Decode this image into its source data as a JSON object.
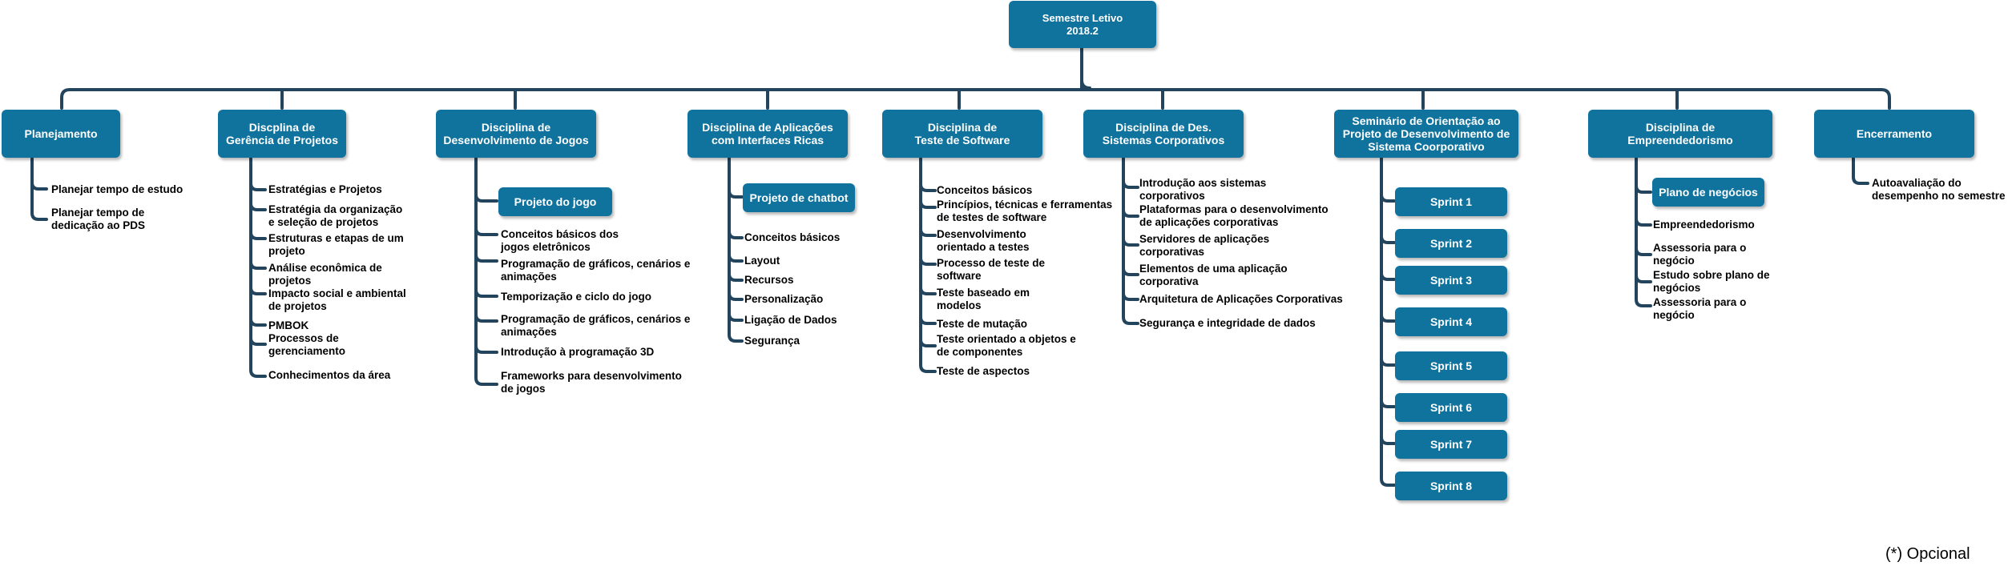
{
  "root": "Semestre Letivo\n2018.2",
  "columns": [
    {
      "title": "Planejamento",
      "items": [
        "Planejar tempo de estudo",
        "Planejar tempo de\ndedicação ao PDS"
      ]
    },
    {
      "title": "Discplina de\nGerência de Projetos",
      "items": [
        "Estratégias e Projetos",
        "Estratégia da organização\ne seleção de projetos",
        "Estruturas e etapas de um\nprojeto",
        "Análise econômica de\nprojetos",
        "Impacto social e ambiental\nde projetos",
        "PMBOK",
        "Processos de\ngerenciamento",
        "Conhecimentos da área"
      ]
    },
    {
      "title": "Disciplina de\nDesenvolvimento de Jogos",
      "subbox": "Projeto do jogo",
      "items": [
        "Conceitos básicos dos\njogos eletrônicos",
        "Programação de gráficos, cenários e\nanimações",
        "Temporização e ciclo do jogo",
        "Programação de gráficos, cenários e\nanimações",
        "Introdução à programação 3D",
        "Frameworks para desenvolvimento\nde jogos"
      ]
    },
    {
      "title": "Disciplina de Aplicações\ncom Interfaces Ricas",
      "subbox": "Projeto de chatbot",
      "items": [
        "Conceitos básicos",
        "Layout",
        "Recursos",
        "Personalização",
        "Ligação de Dados",
        "Segurança"
      ]
    },
    {
      "title": "Disciplina de\nTeste de Software",
      "items": [
        "Conceitos básicos",
        "Princípios, técnicas e ferramentas\nde testes de software",
        "Desenvolvimento\norientado a testes",
        "Processo de teste de\nsoftware",
        "Teste baseado em\nmodelos",
        "Teste de mutação",
        "Teste orientado a objetos e\nde componentes",
        "Teste de aspectos"
      ]
    },
    {
      "title": "Disciplina de Des.\nSistemas Corporativos",
      "items": [
        "Introdução aos sistemas\ncorporativos",
        "Plataformas para o desenvolvimento\nde aplicações corporativas",
        "Servidores de aplicações\ncorporativas",
        "Elementos de uma aplicação\ncorporativa",
        "Arquitetura de Aplicações Corporativas",
        "Segurança e integridade de dados"
      ]
    },
    {
      "title": "Seminário de Orientação ao\nProjeto de Desenvolvimento de\nSistema Coorporativo",
      "sprints": [
        "Sprint 1",
        "Sprint 2",
        "Sprint 3",
        "Sprint 4",
        "Sprint 5",
        "Sprint 6",
        "Sprint 7",
        "Sprint 8"
      ]
    },
    {
      "title": "Disciplina de\nEmpreendedorismo",
      "subbox": "Plano de negócios",
      "items": [
        "Empreendedorismo",
        "Assessoria para o\nnegócio",
        "Estudo sobre plano de\nnegócios",
        "Assessoria para o\nnegócio"
      ]
    },
    {
      "title": "Encerramento",
      "items": [
        "Autoavaliação do\ndesempenho no semestre"
      ]
    }
  ],
  "note": "(*) Opcional",
  "colors": {
    "box": "#10739e",
    "line": "#23445d",
    "text": "#000000"
  }
}
